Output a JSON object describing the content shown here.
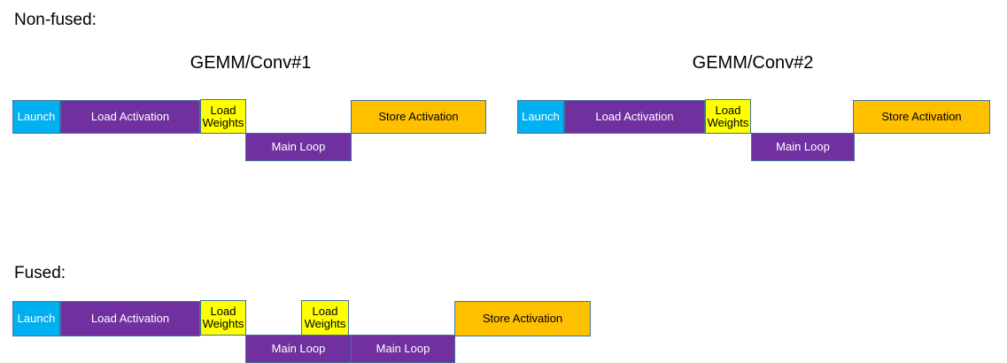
{
  "diagram": {
    "title_nonfused": "Non-fused:",
    "title_fused": "Fused:",
    "colors": {
      "launch": "#00B0F0",
      "load_activation": "#7030A0",
      "load_weights": "#FFFF00",
      "main_loop": "#7030A0",
      "store_activation": "#FFC000",
      "border": "#41719C",
      "background": "#FFFFFF"
    },
    "labels": {
      "launch": "Launch",
      "load_activation": "Load Activation",
      "load_weights_line1": "Load",
      "load_weights_line2": "Weights",
      "main_loop": "Main Loop",
      "store_activation": "Store Activation"
    },
    "nonfused": {
      "groups": [
        {
          "title": "GEMM/Conv#1"
        },
        {
          "title": "GEMM/Conv#2"
        }
      ],
      "bars": [
        {
          "name": "launch-1",
          "label": "Launch"
        },
        {
          "name": "load-activation-1",
          "label": "Load Activation"
        },
        {
          "name": "load-weights-1",
          "label": "Load Weights"
        },
        {
          "name": "main-loop-1",
          "label": "Main Loop"
        },
        {
          "name": "store-activation-1",
          "label": "Store Activation"
        },
        {
          "name": "launch-2",
          "label": "Launch"
        },
        {
          "name": "load-activation-2",
          "label": "Load Activation"
        },
        {
          "name": "load-weights-2",
          "label": "Load Weights"
        },
        {
          "name": "main-loop-2",
          "label": "Main Loop"
        },
        {
          "name": "store-activation-2",
          "label": "Store Activation"
        }
      ]
    },
    "fused": {
      "bars": [
        {
          "name": "launch",
          "label": "Launch"
        },
        {
          "name": "load-activation",
          "label": "Load Activation"
        },
        {
          "name": "load-weights-1",
          "label": "Load Weights"
        },
        {
          "name": "load-weights-2",
          "label": "Load Weights"
        },
        {
          "name": "main-loop-1",
          "label": "Main Loop"
        },
        {
          "name": "main-loop-2",
          "label": "Main Loop"
        },
        {
          "name": "store-activation",
          "label": "Store Activation"
        }
      ]
    }
  }
}
